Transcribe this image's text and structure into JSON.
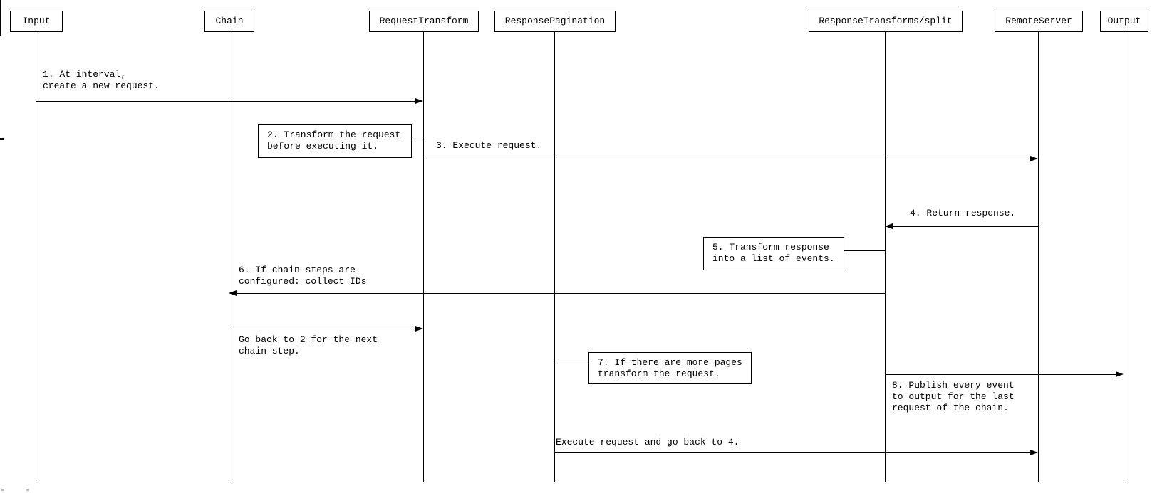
{
  "diagram_type": "sequence-diagram",
  "colors": {
    "background": "#ffffff",
    "line": "#000000",
    "text": "#000000"
  },
  "lifelines": [
    {
      "name": "Input"
    },
    {
      "name": "Chain"
    },
    {
      "name": "RequestTransform"
    },
    {
      "name": "ResponsePagination"
    },
    {
      "name": "ResponseTransforms/split"
    },
    {
      "name": "RemoteServer"
    },
    {
      "name": "Output"
    }
  ],
  "messages": {
    "m1": {
      "from": "Input",
      "to": "RequestTransform",
      "line1": "1. At interval,",
      "line2": "create a new request."
    },
    "m3": {
      "from": "RequestTransform",
      "to": "RemoteServer",
      "line1": "3. Execute request."
    },
    "m4": {
      "from": "RemoteServer",
      "to": "ResponseTransforms/split",
      "line1": "4. Return response."
    },
    "m6": {
      "from": "ResponseTransforms/split",
      "to": "Chain",
      "line1": "6. If chain steps are",
      "line2": "configured: collect IDs"
    },
    "m7": {
      "from": "Chain",
      "to": "RequestTransform",
      "line1": "Go back to 2 for the next",
      "line2": "chain step."
    },
    "m8": {
      "from": "ResponseTransforms/split",
      "to": "Output",
      "line1": "8. Publish every event",
      "line2": "to output for the last",
      "line3": "request of the chain."
    },
    "m9": {
      "from": "ResponsePagination",
      "to": "RemoteServer",
      "line1": "Execute request and go back to 4."
    }
  },
  "notes": {
    "n2": {
      "attached_to": "RequestTransform",
      "line1": "2. Transform the request",
      "line2": "before executing it."
    },
    "n5": {
      "attached_to": "ResponseTransforms/split",
      "line1": "5. Transform response",
      "line2": "into a list of events."
    },
    "n7": {
      "attached_to": "ResponsePagination",
      "line1": "7. If there are more pages",
      "line2": "transform the request."
    }
  }
}
